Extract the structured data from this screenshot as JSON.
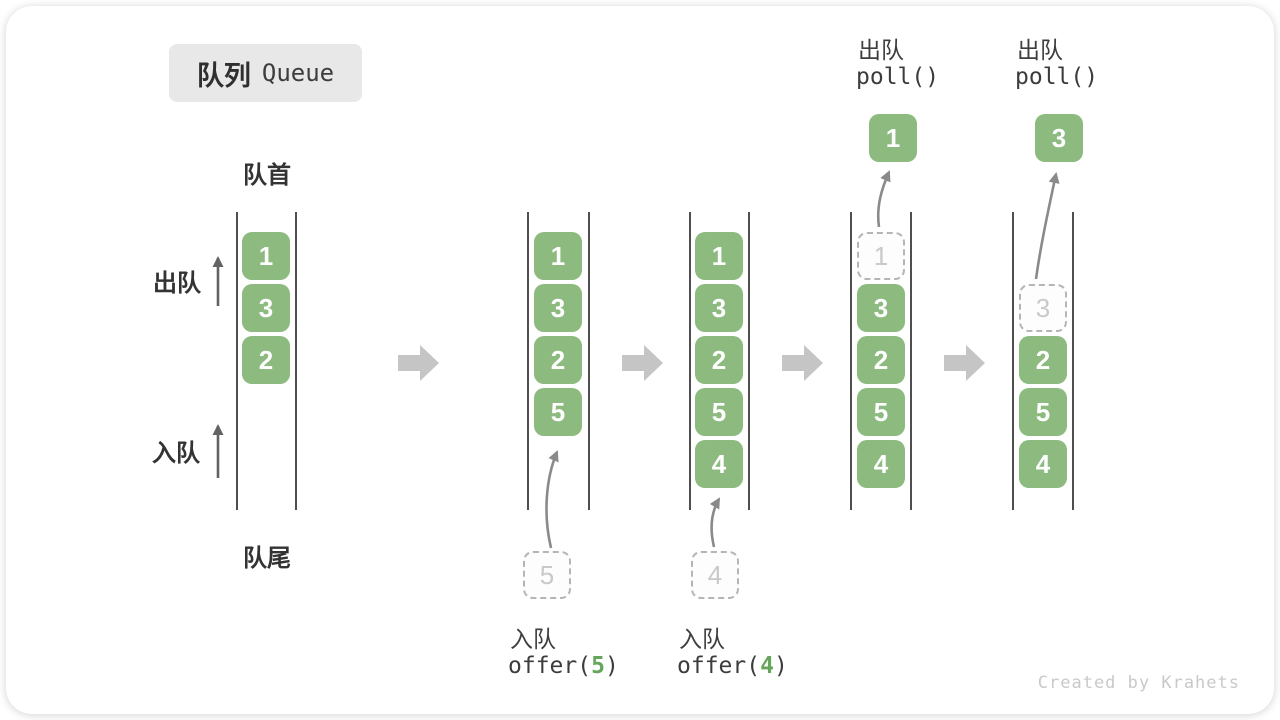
{
  "title": {
    "zh": "队列",
    "en": "Queue"
  },
  "labels": {
    "front": "队首",
    "rear": "队尾",
    "dequeue_side": "出队",
    "enqueue_side": "入队"
  },
  "colors": {
    "box_green": "#8cba7f",
    "code_green": "#66a65a",
    "ghost_text": "#c9c9c9",
    "step_arrow": "#c5c5c5",
    "wall_gray": "#4f4f4f"
  },
  "queues": [
    {
      "cells": [
        {
          "v": "1"
        },
        {
          "v": "3"
        },
        {
          "v": "2"
        }
      ]
    },
    {
      "cells": [
        {
          "v": "1"
        },
        {
          "v": "3"
        },
        {
          "v": "2"
        },
        {
          "v": "5"
        }
      ]
    },
    {
      "cells": [
        {
          "v": "1"
        },
        {
          "v": "3"
        },
        {
          "v": "2"
        },
        {
          "v": "5"
        },
        {
          "v": "4"
        }
      ]
    },
    {
      "ghost": "1",
      "cells": [
        {
          "v": "3"
        },
        {
          "v": "2"
        },
        {
          "v": "5"
        },
        {
          "v": "4"
        }
      ]
    },
    {
      "ghost": "3",
      "cells": [
        {
          "v": "2"
        },
        {
          "v": "5"
        },
        {
          "v": "4"
        }
      ]
    }
  ],
  "enqueue_ops": [
    {
      "label": "入队",
      "code_open": "offer(",
      "arg": "5",
      "code_close": ")",
      "pending": "5"
    },
    {
      "label": "入队",
      "code_open": "offer(",
      "arg": "4",
      "code_close": ")",
      "pending": "4"
    }
  ],
  "dequeue_ops": [
    {
      "label": "出队",
      "code": "poll()",
      "result": "1"
    },
    {
      "label": "出队",
      "code": "poll()",
      "result": "3"
    }
  ],
  "watermark": "Created by Krahets"
}
